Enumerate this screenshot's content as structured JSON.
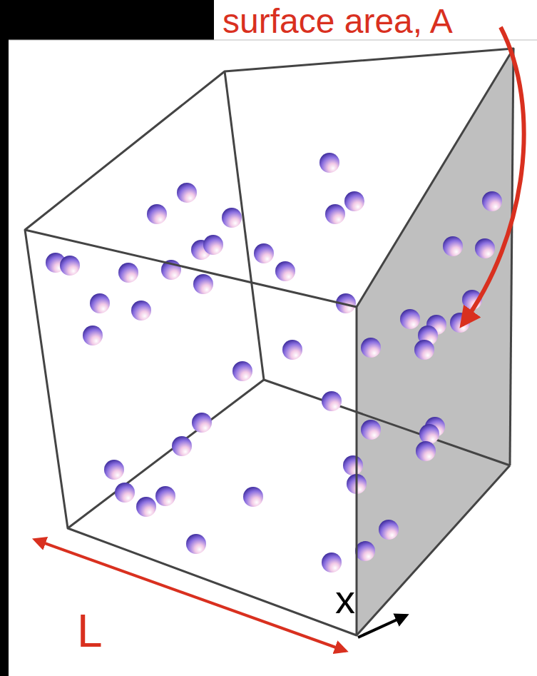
{
  "diagram": {
    "labels": [
      "surface area, A",
      "L",
      "x"
    ]
  }
}
